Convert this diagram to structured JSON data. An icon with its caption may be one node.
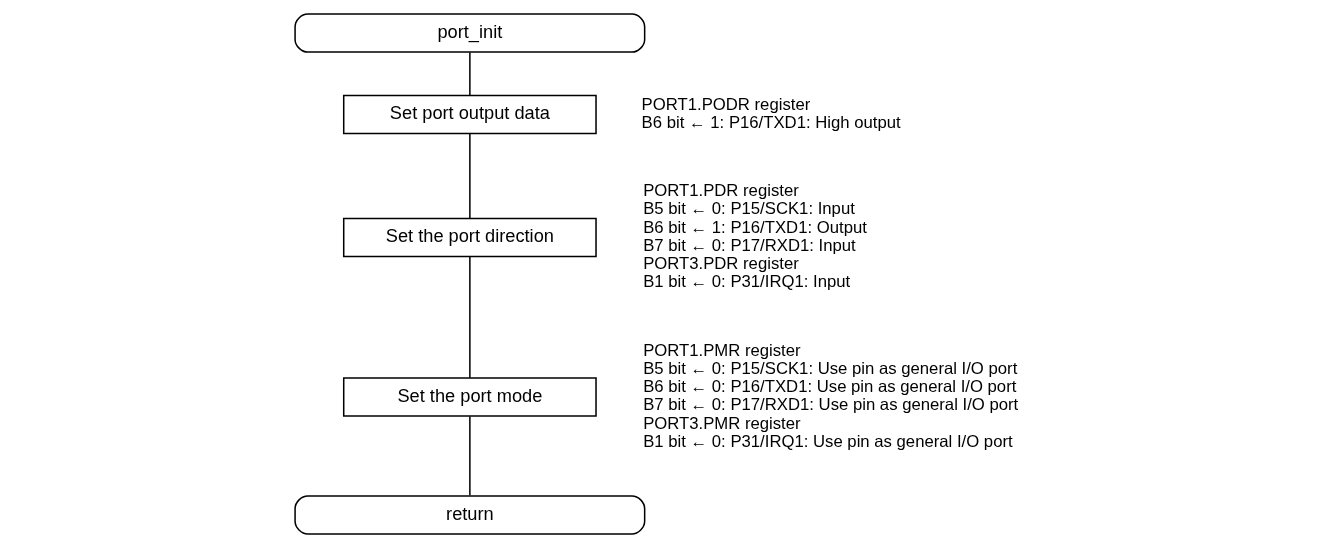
{
  "diagram": {
    "nodes": [
      {
        "text": [
          "port_init"
        ]
      },
      {
        "text": [
          "Set port output data"
        ],
        "beside": [
          "PORT1.PODR register",
          "B6 bit ← 1: P16/TXD1: High output"
        ]
      },
      {
        "text": [
          "Set the port direction"
        ],
        "beside": [
          "PORT1.PDR register",
          "B5 bit ← 0: P15/SCK1: Input",
          "B6 bit ← 1: P16/TXD1: Output",
          "B7 bit ← 0: P17/RXD1: Input",
          "PORT3.PDR register",
          "B1 bit ← 0: P31/IRQ1: Input"
        ]
      },
      {
        "text": [
          "Set the port mode"
        ],
        "beside": [
          "PORT1.PMR register",
          "B5 bit ← 0: P15/SCK1: Use pin as general I/O port",
          "B6 bit ← 0: P16/TXD1: Use pin as general I/O port",
          "B7 bit ← 0: P17/RXD1: Use pin as general I/O port",
          "PORT3.PMR register",
          "B1 bit ← 0: P31/IRQ1: Use pin as general I/O port"
        ]
      },
      {
        "text": [
          "return"
        ]
      }
    ],
    "edges": [
      {
        "from": 0,
        "to": 1,
        "arrow": "none"
      },
      {
        "from": 1,
        "to": 2,
        "arrow": "none"
      },
      {
        "from": 2,
        "to": 3,
        "arrow": "none"
      },
      {
        "from": 3,
        "to": 4,
        "arrow": "none"
      }
    ]
  }
}
